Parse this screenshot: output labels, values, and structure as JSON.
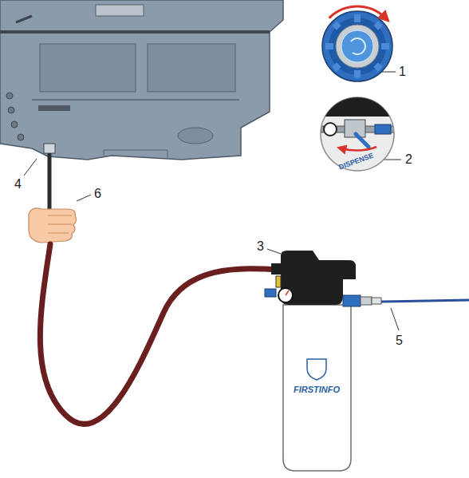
{
  "diagram": {
    "labels": [
      "1",
      "2",
      "3",
      "4",
      "5",
      "6",
      "DISPENSE",
      "FIRSTINFO"
    ]
  }
}
